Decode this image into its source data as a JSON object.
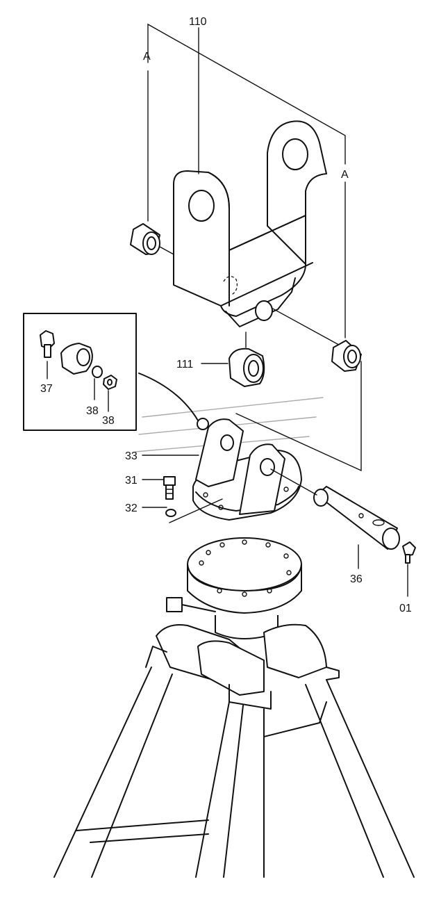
{
  "parts": {
    "p110": "110",
    "p111": "111",
    "p37": "37",
    "p38a": "38",
    "p38b": "38",
    "p33": "33",
    "p31": "31",
    "p32": "32",
    "p36": "36",
    "p01": "01"
  },
  "refs": {
    "a_left": "A",
    "a_right": "A"
  }
}
